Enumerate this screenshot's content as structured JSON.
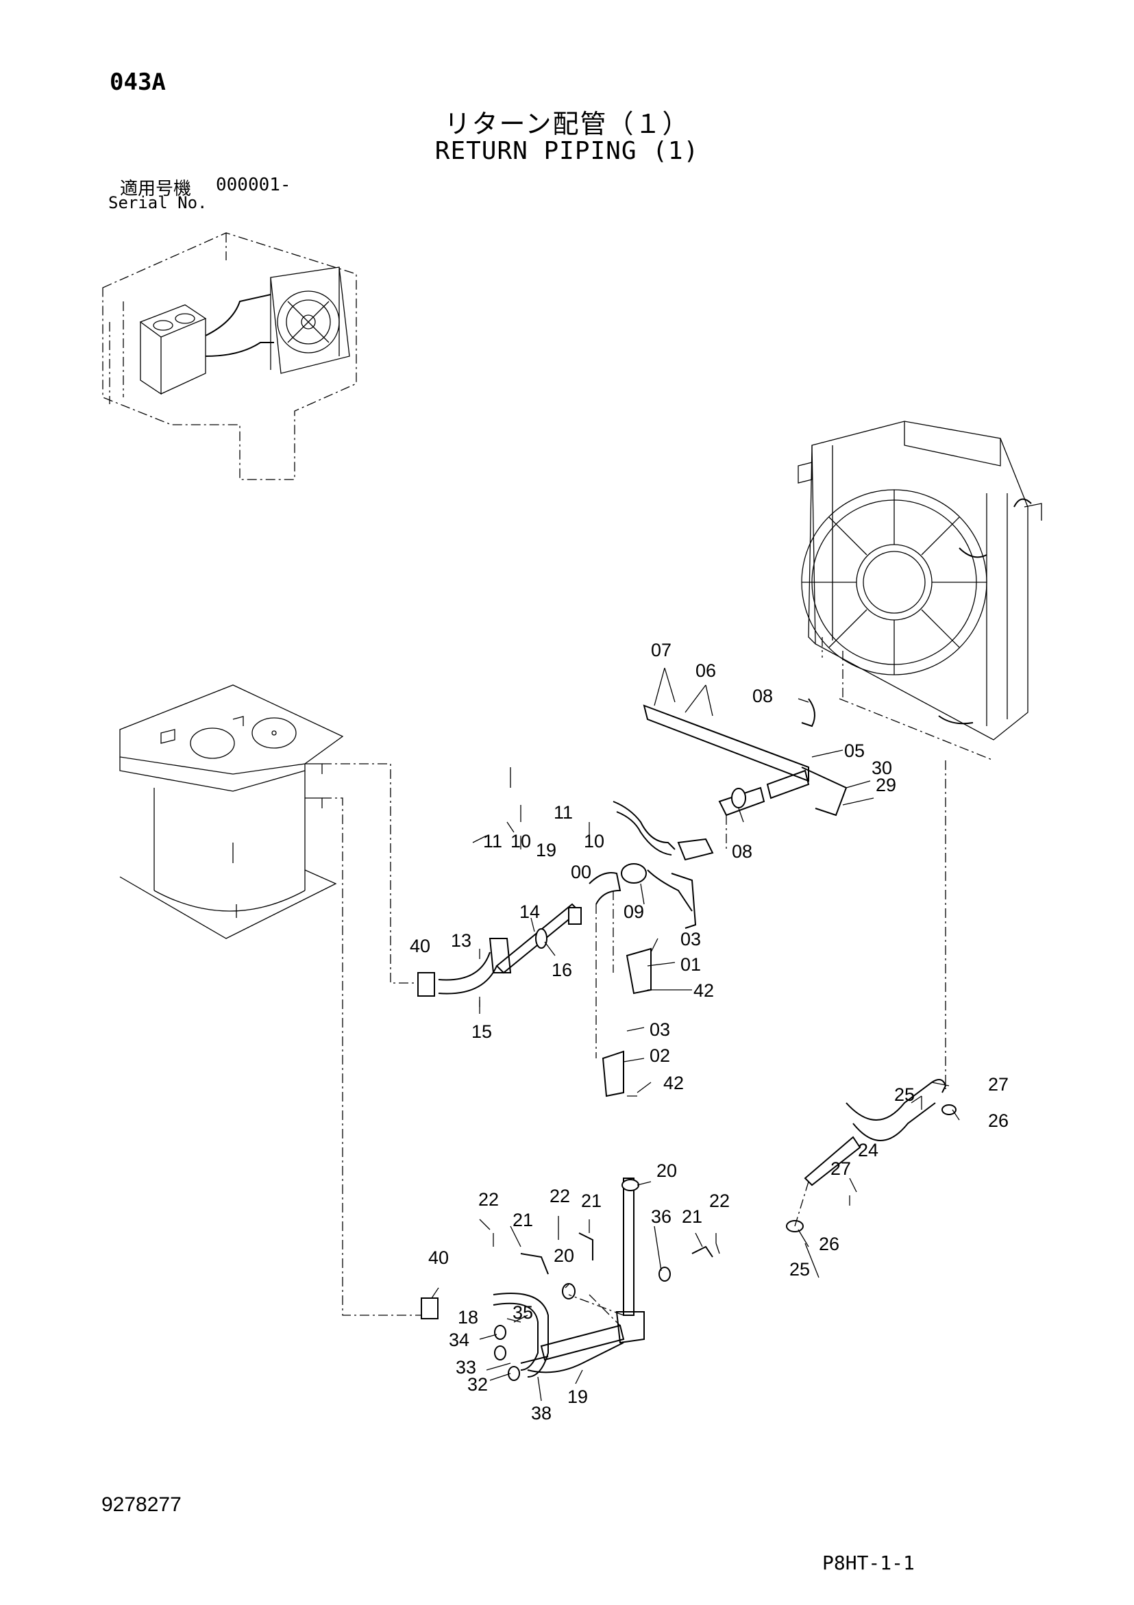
{
  "header": {
    "page_code": "043A",
    "title_jp": "リターン配管（１）",
    "title_en": "RETURN PIPING (1)",
    "serial_label_jp": "適用号機",
    "serial_value": "000001-",
    "serial_label_en": "Serial No."
  },
  "footer": {
    "doc_number": "9278277",
    "sheet_code": "P8HT-1-1"
  },
  "callouts": {
    "c07": "07",
    "c06": "06",
    "c08a": "08",
    "c05": "05",
    "c30": "30",
    "c29": "29",
    "c11a": "11",
    "c11b": "11",
    "c10a": "10",
    "c10b": "10",
    "c19a": "19",
    "c00": "00",
    "c08b": "08",
    "c09": "09",
    "c14": "14",
    "c40a": "40",
    "c13": "13",
    "c16": "16",
    "c03a": "03",
    "c01": "01",
    "c42a": "42",
    "c15": "15",
    "c03b": "03",
    "c02": "02",
    "c42b": "42",
    "c27a": "27",
    "c25a": "25",
    "c26a": "26",
    "c20a": "20",
    "c24": "24",
    "c27b": "27",
    "c22a": "22",
    "c22b": "22",
    "c21a": "21",
    "c21b": "21",
    "c36": "36",
    "c21c": "21",
    "c22c": "22",
    "c26b": "26",
    "c40b": "40",
    "c20b": "20",
    "c25b": "25",
    "c18": "18",
    "c35": "35",
    "c34": "34",
    "c33": "33",
    "c32": "32",
    "c19b": "19",
    "c38": "38"
  }
}
